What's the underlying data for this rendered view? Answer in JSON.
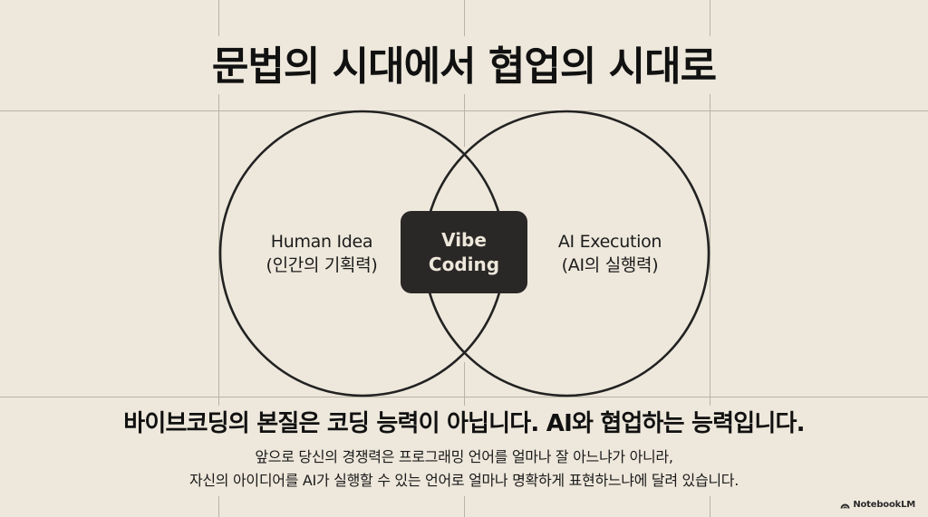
{
  "slide": {
    "title": "문법의 시대에서 협업의 시대로",
    "venn": {
      "left_circle": {
        "label_en": "Human Idea",
        "label_ko": "(인간의 기획력)"
      },
      "right_circle": {
        "label_en": "AI Execution",
        "label_ko": "(AI의 실행력)"
      },
      "intersection": {
        "line1": "Vibe",
        "line2": "Coding"
      }
    },
    "headline": "바이브코딩의 본질은 코딩 능력이 아닙니다. AI와 협업하는 능력입니다.",
    "body_lines": [
      "앞으로 당신의 경쟁력은 프로그래밍 언어를 얼마나 잘 아느냐가 아니라,",
      "자신의 아이디어를 AI가 실행할 수 있는 언어로 얼마나 명확하게 표현하느냐에 달려 있습니다."
    ],
    "watermark": {
      "icon": "notebooklm-logo-icon",
      "text": "NotebookLM"
    }
  },
  "colors": {
    "background": "#EEE8DC",
    "grid": "#B9B3A7",
    "ink": "#111111",
    "box_fill": "#2A2826",
    "box_text": "#EEE8DC"
  }
}
